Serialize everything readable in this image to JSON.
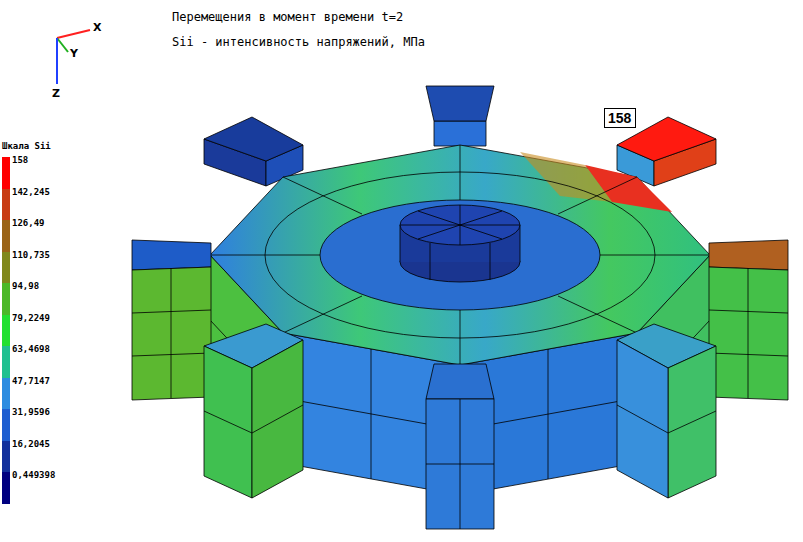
{
  "diagram": {
    "title": "Перемещения в момент времени t=2",
    "nodes": [
      {
        "text": [
          "158"
        ]
      }
    ],
    "labels": [
      "Sii - интенсивность напряжений, МПа",
      "X",
      "Y",
      "Z",
      "Шкала Sii"
    ],
    "legend": [
      {
        "text": "158",
        "color": "#ff0000"
      },
      {
        "text": "142,245",
        "color": "#c83c14"
      },
      {
        "text": "126,49",
        "color": "#9a6418"
      },
      {
        "text": "110,735",
        "color": "#80881c"
      },
      {
        "text": "94,98",
        "color": "#4cb828"
      },
      {
        "text": "79,2249",
        "color": "#22e030"
      },
      {
        "text": "63,4698",
        "color": "#20c090"
      },
      {
        "text": "47,7147",
        "color": "#2c8ce0"
      },
      {
        "text": "31,9596",
        "color": "#1e5ed0"
      },
      {
        "text": "16,2045",
        "color": "#12309c"
      },
      {
        "text": "0,449398",
        "color": "#000080"
      }
    ]
  }
}
